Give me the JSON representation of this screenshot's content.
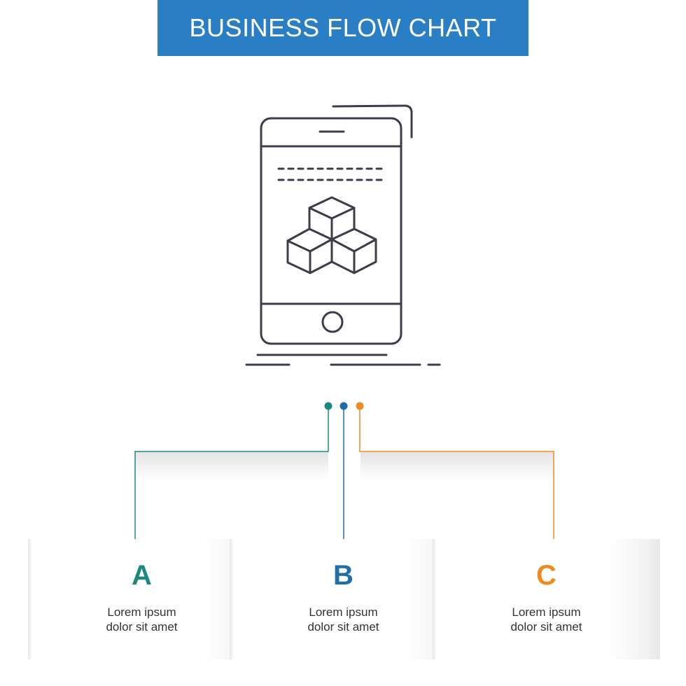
{
  "title": "BUSINESS FLOW CHART",
  "icon": "mobile-phone-cubes-icon",
  "colors": {
    "banner": "#2a7ec4",
    "a": "#1a8a7e",
    "b": "#1f6ea8",
    "c": "#ee8a1e",
    "icon_stroke": "#3c3c4a"
  },
  "steps": [
    {
      "letter": "A",
      "line1": "Lorem ipsum",
      "line2": "dolor sit amet"
    },
    {
      "letter": "B",
      "line1": "Lorem ipsum",
      "line2": "dolor sit amet"
    },
    {
      "letter": "C",
      "line1": "Lorem ipsum",
      "line2": "dolor sit amet"
    }
  ]
}
